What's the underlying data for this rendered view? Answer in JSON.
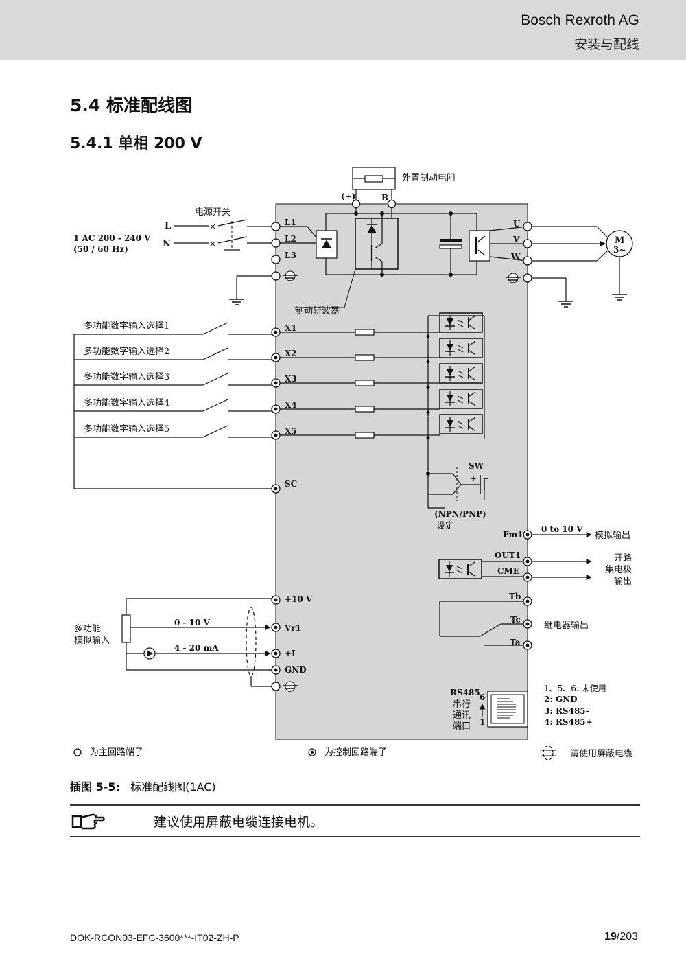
{
  "header": {
    "company": "Bosch Rexroth AG",
    "section": "安装与配线"
  },
  "section_title": "5.4  标准配线图",
  "subsection_title": "5.4.1  单相 200 V",
  "diagram": {
    "brake_resistor": "外置制动电阻",
    "plus_term": "(+)",
    "b_term": "B",
    "power_switch": "电源开关",
    "line_l": "L",
    "line_n": "N",
    "supply_line1": "1 AC 200 - 240 V",
    "supply_line2": "(50 / 60 Hz)",
    "term_l1": "L1",
    "term_l2": "L2",
    "term_l3": "L3",
    "term_u": "U",
    "term_v": "V",
    "term_w": "W",
    "motor_m": "M",
    "motor_3": "3~",
    "brake_chopper": "制动斩波器",
    "digital_inputs": [
      "多功能数字输入选择1",
      "多功能数字输入选择2",
      "多功能数字输入选择3",
      "多功能数字输入选择4",
      "多功能数字输入选择5"
    ],
    "x_terms": [
      "X1",
      "X2",
      "X3",
      "X4",
      "X5"
    ],
    "sc": "SC",
    "sw": "SW",
    "npn_pnp": "(NPN/PNP)",
    "setting": "设定",
    "fm1": "Fm1",
    "fm1_range": "0 to 10 V",
    "analog_out": "模拟输出",
    "out1": "OUT1",
    "cme": "CME",
    "oc_out1": "开路",
    "oc_out2": "集电极",
    "oc_out3": "输出",
    "tb": "Tb",
    "tc": "Tc",
    "ta": "Ta",
    "relay_out": "继电器输出",
    "p10v": "+10 V",
    "vr1": "Vr1",
    "pi": "+I",
    "gnd": "GND",
    "ai_label1": "多功能",
    "ai_label2": "模拟输入",
    "v_range": "0 - 10 V",
    "i_range": "4 - 20 mA",
    "rs485": "RS485",
    "serial1": "串行",
    "serial2": "通讯",
    "serial3": "端口",
    "pin6": "6",
    "pin1": "1",
    "pins_unused": "1、5、6: 未使用",
    "pin2": "2: GND",
    "pin3": "3: RS485-",
    "pin4": "4: RS485+",
    "legend_main": "为主回路端子",
    "legend_ctrl": "为控制回路端子",
    "legend_shield": "请使用屏蔽电缆"
  },
  "caption": {
    "label": "插图 5-5:",
    "text": "标准配线图(1AC)"
  },
  "note": "建议使用屏蔽电缆连接电机。",
  "footer": {
    "doc": "DOK-RCON03-EFC-3600***-IT02-ZH-P",
    "page": "19",
    "total": "/203"
  }
}
